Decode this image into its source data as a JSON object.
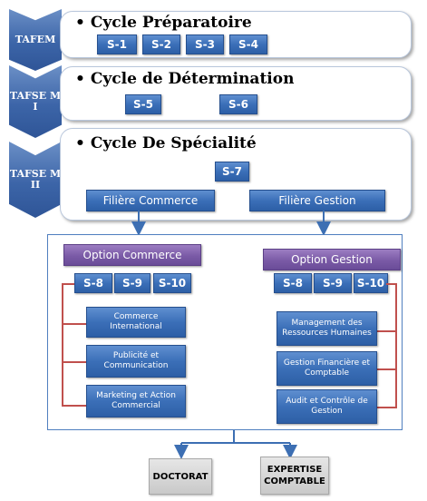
{
  "cycles": [
    {
      "tag": "TAFEM",
      "title": "Cycle  Préparatoire",
      "semesters": [
        "S-1",
        "S-2",
        "S-3",
        "S-4"
      ]
    },
    {
      "tag": "TAFSE M I",
      "title": "Cycle de Détermination",
      "semesters": [
        "S-5",
        "S-6"
      ]
    },
    {
      "tag": "TAFSE M II",
      "title": "Cycle De Spécialité",
      "semesters": [
        "S-7"
      ]
    }
  ],
  "filieres": {
    "commerce": "Filière Commerce",
    "gestion": "Filière Gestion"
  },
  "options": {
    "commerce": {
      "label": "Option Commerce",
      "semesters": [
        "S-8",
        "S-9",
        "S-10"
      ],
      "courses": [
        "Commerce International",
        "Publicité et Communication",
        "Marketing et Action Commercial"
      ]
    },
    "gestion": {
      "label": "Option Gestion",
      "semesters": [
        "S-8",
        "S-9",
        "S-10"
      ],
      "courses": [
        "Management des Ressources Humaines",
        "Gestion Financière et Comptable",
        "Audit et Contrôle de Gestion"
      ]
    }
  },
  "outcomes": [
    "DOCTORAT",
    "EXPERTISE COMPTABLE"
  ],
  "colors": {
    "chevron": "#3c65a8",
    "button": "#3b6fb8",
    "option": "#7a5aa6",
    "connector_red": "#c0504d",
    "outcome": "#d0d0d0"
  }
}
